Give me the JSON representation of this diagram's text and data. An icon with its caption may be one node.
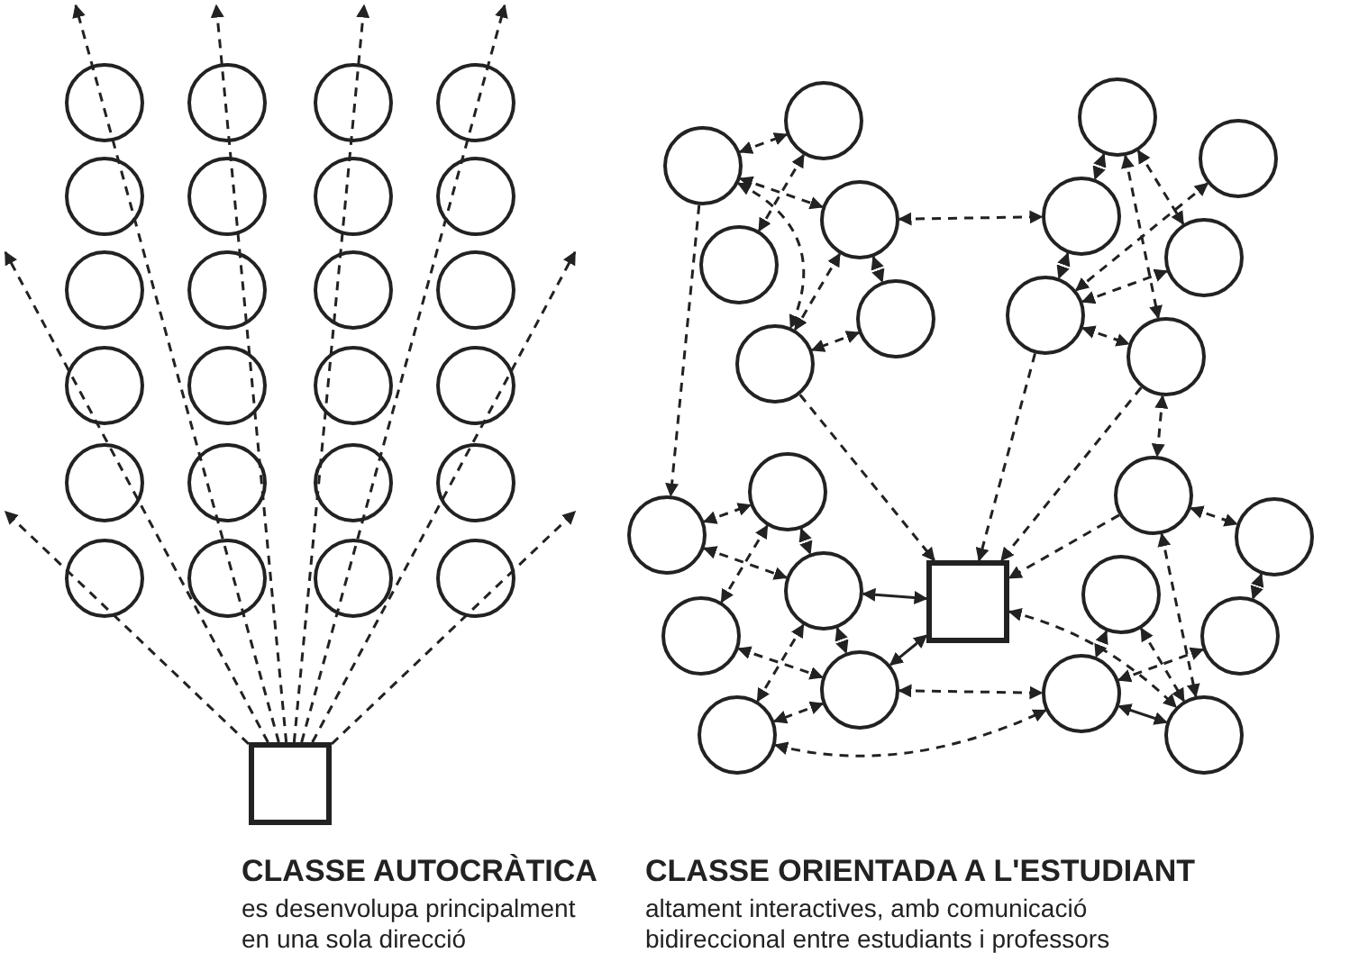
{
  "diagram": {
    "nodes": [
      {
        "text": [],
        "shape": "box"
      },
      {
        "text": [],
        "shape": "circle"
      },
      {
        "text": [],
        "shape": "circle"
      },
      {
        "text": [],
        "shape": "circle"
      },
      {
        "text": [],
        "shape": "circle"
      },
      {
        "text": [],
        "shape": "circle"
      },
      {
        "text": [],
        "shape": "circle"
      },
      {
        "text": [],
        "shape": "circle"
      },
      {
        "text": [],
        "shape": "circle"
      },
      {
        "text": [],
        "shape": "circle"
      },
      {
        "text": [],
        "shape": "circle"
      },
      {
        "text": [],
        "shape": "circle"
      },
      {
        "text": [],
        "shape": "circle"
      },
      {
        "text": [],
        "shape": "circle"
      },
      {
        "text": [],
        "shape": "circle"
      },
      {
        "text": [],
        "shape": "circle"
      },
      {
        "text": [],
        "shape": "circle"
      },
      {
        "text": [],
        "shape": "circle"
      },
      {
        "text": [],
        "shape": "circle"
      },
      {
        "text": [],
        "shape": "circle"
      },
      {
        "text": [],
        "shape": "circle"
      },
      {
        "text": [],
        "shape": "circle"
      },
      {
        "text": [],
        "shape": "circle"
      },
      {
        "text": [],
        "shape": "circle"
      },
      {
        "text": [],
        "shape": "circle"
      },
      {
        "text": [],
        "shape": "box"
      },
      {
        "text": [],
        "shape": "circle"
      },
      {
        "text": [],
        "shape": "circle"
      },
      {
        "text": [],
        "shape": "circle"
      },
      {
        "text": [],
        "shape": "circle"
      },
      {
        "text": [],
        "shape": "circle"
      },
      {
        "text": [],
        "shape": "circle"
      },
      {
        "text": [],
        "shape": "circle"
      },
      {
        "text": [],
        "shape": "circle"
      },
      {
        "text": [],
        "shape": "circle"
      },
      {
        "text": [],
        "shape": "circle"
      },
      {
        "text": [],
        "shape": "circle"
      },
      {
        "text": [],
        "shape": "circle"
      },
      {
        "text": [],
        "shape": "circle"
      },
      {
        "text": [],
        "shape": "circle"
      },
      {
        "text": [],
        "shape": "circle"
      },
      {
        "text": [],
        "shape": "circle"
      },
      {
        "text": [],
        "shape": "circle"
      },
      {
        "text": [],
        "shape": "circle"
      },
      {
        "text": [],
        "shape": "circle"
      },
      {
        "text": [],
        "shape": "circle"
      },
      {
        "text": [],
        "shape": "circle"
      },
      {
        "text": [],
        "shape": "circle"
      },
      {
        "text": [],
        "shape": "circle"
      },
      {
        "text": [],
        "shape": "circle"
      }
    ],
    "edges": [
      {
        "from": 0,
        "to": null,
        "arrow": "to",
        "style": "dashed"
      },
      {
        "from": 0,
        "to": null,
        "arrow": "to",
        "style": "dashed"
      },
      {
        "from": 0,
        "to": null,
        "arrow": "to",
        "style": "dashed"
      },
      {
        "from": 0,
        "to": null,
        "arrow": "to",
        "style": "dashed"
      },
      {
        "from": 0,
        "to": null,
        "arrow": "to",
        "style": "dashed"
      },
      {
        "from": 0,
        "to": null,
        "arrow": "to",
        "style": "dashed"
      },
      {
        "from": 0,
        "to": null,
        "arrow": "to",
        "style": "dashed"
      },
      {
        "from": 0,
        "to": null,
        "arrow": "to",
        "style": "dashed"
      },
      {
        "from": 26,
        "to": 27,
        "arrow": "both",
        "style": "dashed"
      },
      {
        "from": 26,
        "to": 28,
        "arrow": "both",
        "style": "dashed"
      },
      {
        "from": 27,
        "to": 29,
        "arrow": "both",
        "style": "dashed"
      },
      {
        "from": 28,
        "to": 30,
        "arrow": "both",
        "style": "dashed"
      },
      {
        "from": 28,
        "to": 31,
        "arrow": "both",
        "style": "dashed"
      },
      {
        "from": 30,
        "to": 31,
        "arrow": "both",
        "style": "dashed"
      },
      {
        "from": 26,
        "to": 31,
        "arrow": "both",
        "style": "dashed"
      },
      {
        "from": 31,
        "to": 25,
        "arrow": "to",
        "style": "dashed"
      },
      {
        "from": 28,
        "to": 34,
        "arrow": "both",
        "style": "dashed"
      },
      {
        "from": 32,
        "to": 34,
        "arrow": "both",
        "style": "dashed"
      },
      {
        "from": 32,
        "to": 37,
        "arrow": "both",
        "style": "dashed"
      },
      {
        "from": 32,
        "to": 35,
        "arrow": "both",
        "style": "dashed"
      },
      {
        "from": 33,
        "to": 36,
        "arrow": "both",
        "style": "dashed"
      },
      {
        "from": 35,
        "to": 36,
        "arrow": "both",
        "style": "dashed"
      },
      {
        "from": 36,
        "to": 37,
        "arrow": "both",
        "style": "dashed"
      },
      {
        "from": 34,
        "to": 36,
        "arrow": "both",
        "style": "dashed"
      },
      {
        "from": 36,
        "to": 25,
        "arrow": "to",
        "style": "dashed"
      },
      {
        "from": 37,
        "to": 25,
        "arrow": "to",
        "style": "dashed"
      },
      {
        "from": 37,
        "to": 44,
        "arrow": "both",
        "style": "dashed"
      },
      {
        "from": 26,
        "to": 38,
        "arrow": "to",
        "style": "dashed"
      },
      {
        "from": 38,
        "to": 39,
        "arrow": "both",
        "style": "dashed"
      },
      {
        "from": 38,
        "to": 40,
        "arrow": "both",
        "style": "dashed"
      },
      {
        "from": 39,
        "to": 40,
        "arrow": "both",
        "style": "dashed"
      },
      {
        "from": 39,
        "to": 41,
        "arrow": "both",
        "style": "dashed"
      },
      {
        "from": 40,
        "to": 25,
        "arrow": "both"
      },
      {
        "from": 42,
        "to": 25,
        "arrow": "both"
      },
      {
        "from": 40,
        "to": 42,
        "arrow": "both",
        "style": "dashed"
      },
      {
        "from": 40,
        "to": 43,
        "arrow": "both",
        "style": "dashed"
      },
      {
        "from": 41,
        "to": 42,
        "arrow": "both",
        "style": "dashed"
      },
      {
        "from": 42,
        "to": 43,
        "arrow": "both",
        "style": "dashed"
      },
      {
        "from": 42,
        "to": 48,
        "arrow": "both",
        "style": "dashed"
      },
      {
        "from": 43,
        "to": 48,
        "arrow": "both",
        "style": "dashed"
      },
      {
        "from": 44,
        "to": 25,
        "arrow": "to",
        "style": "dashed"
      },
      {
        "from": 25,
        "to": 49,
        "arrow": "both",
        "style": "dashed"
      },
      {
        "from": 44,
        "to": 45,
        "arrow": "both",
        "style": "dashed"
      },
      {
        "from": 45,
        "to": 47,
        "arrow": "both",
        "style": "dashed"
      },
      {
        "from": 44,
        "to": 49,
        "arrow": "both",
        "style": "dashed"
      },
      {
        "from": 46,
        "to": 48,
        "arrow": "both",
        "style": "dashed"
      },
      {
        "from": 46,
        "to": 49,
        "arrow": "both",
        "style": "dashed"
      },
      {
        "from": 47,
        "to": 48,
        "arrow": "both",
        "style": "dashed"
      },
      {
        "from": 48,
        "to": 49,
        "arrow": "both"
      }
    ],
    "labels": [
      "CLASSE AUTOCRÀTICA",
      "es desenvolupa principalment en una sola direcció",
      "CLASSE ORIENTADA A L'ESTUDIANT",
      "altament interactives, amb comunicació bidireccional entre estudiants i professors"
    ]
  }
}
